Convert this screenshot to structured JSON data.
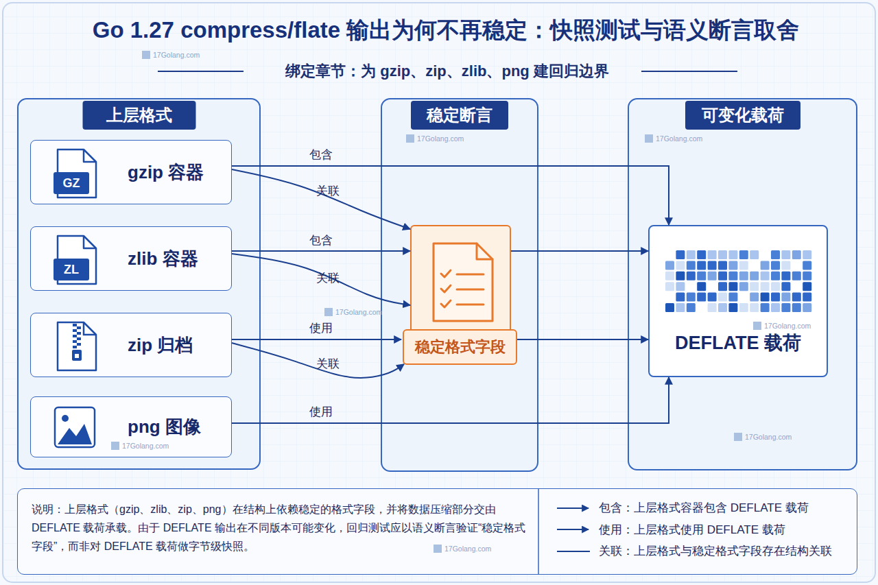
{
  "diagram": {
    "title": "Go 1.27 compress/flate 输出为何不再稳定：快照测试与语义断言取舍",
    "nodes": [
      {
        "text": [
          "上层格式"
        ]
      },
      {
        "text": [
          "GZ",
          "gzip 容器"
        ],
        "in": 0
      },
      {
        "text": [
          "ZL",
          "zlib 容器"
        ],
        "in": 0
      },
      {
        "text": [
          "zip 归档"
        ],
        "in": 0
      },
      {
        "text": [
          "png 图像"
        ],
        "in": 0
      },
      {
        "text": [
          "稳定断言"
        ]
      },
      {
        "text": [
          "稳定格式字段"
        ],
        "in": 5
      },
      {
        "text": [
          "可变化载荷"
        ]
      },
      {
        "text": [
          "DEFLATE 载荷"
        ],
        "in": 7
      },
      {
        "text": [
          "说明：上层格式（gzip、zlib、zip、png）在结构上依赖稳定的格式字段，并将数据压缩部分交由 DEFLATE 载荷承载。由于 DEFLATE 输出在不同版本可能变化，回归测试应以语义断言验证“稳定格式字段”，而非对 DEFLATE 载荷做字节级快照。"
        ]
      }
    ],
    "edges": [
      {
        "from": 1,
        "to": 8,
        "label": "包含",
        "arrow": "to"
      },
      {
        "from": 1,
        "to": 6,
        "label": "关联",
        "arrow": "to"
      },
      {
        "from": 2,
        "to": 6,
        "label": "包含",
        "arrow": "to"
      },
      {
        "from": 2,
        "to": 6,
        "label": "关联",
        "arrow": "to"
      },
      {
        "from": 3,
        "to": 6,
        "label": "使用",
        "arrow": "to"
      },
      {
        "from": 3,
        "to": 6,
        "label": "关联",
        "arrow": "to"
      },
      {
        "from": 4,
        "to": 8,
        "label": "使用",
        "arrow": "to"
      },
      {
        "from": 6,
        "to": 8,
        "arrow": "to"
      },
      {
        "from": 6,
        "to": 8,
        "arrow": "to"
      }
    ],
    "labels": [
      "绑定章节：为 gzip、zip、zlib、png 建回归边界",
      "17Golang.com",
      "17Golang.com",
      "17Golang.com",
      "17Golang.com",
      "17Golang.com",
      "17Golang.com",
      "17Golang.com",
      "17Golang.com"
    ],
    "legend": [
      {
        "text": "包含：上层格式容器包含 DEFLATE 载荷"
      },
      {
        "text": "使用：上层格式使用 DEFLATE 载荷"
      },
      {
        "text": "关联：上层格式与稳定格式字段存在结构关联"
      }
    ]
  }
}
